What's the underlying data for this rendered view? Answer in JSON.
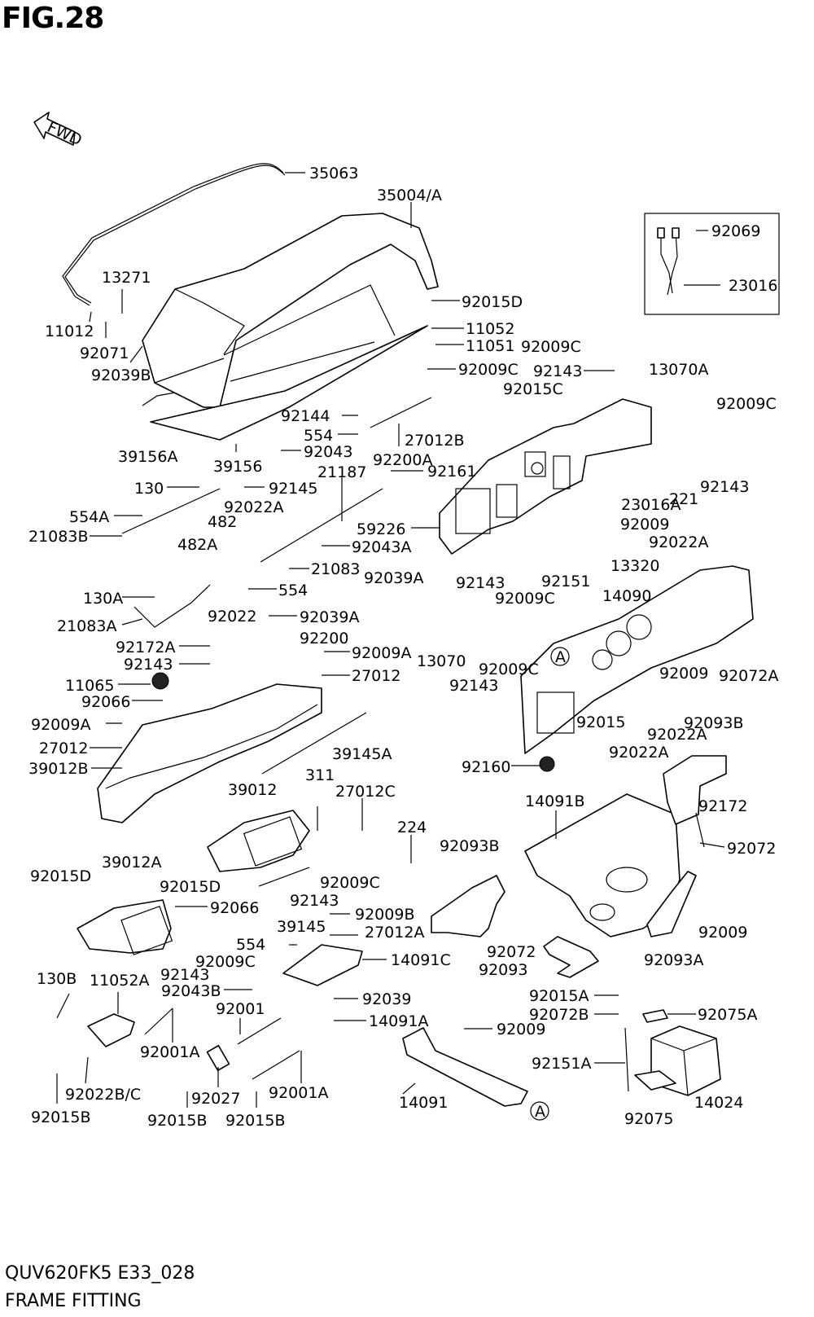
{
  "figure": {
    "title": "FIG.28",
    "code": "QUV620FK5 E33_028",
    "name": "FRAME FITTING",
    "fwd_label": "FWD"
  },
  "callouts": [
    "35063",
    "35004/A",
    "92069",
    "23016",
    "13271",
    "11012",
    "92071",
    "92039B",
    "92015D",
    "11052",
    "11051",
    "92009C",
    "92009C",
    "92143",
    "13070A",
    "92015C",
    "92009C",
    "92144",
    "554",
    "27012B",
    "92043",
    "92200A",
    "39156A",
    "39156",
    "21187",
    "92161",
    "130",
    "92145",
    "92022A",
    "554A",
    "482",
    "21083B",
    "59226",
    "92043A",
    "482A",
    "21083",
    "92039A",
    "554",
    "130A",
    "92022",
    "92039A",
    "21083A",
    "13070",
    "92143",
    "92009C",
    "92143",
    "221",
    "23016A",
    "92009",
    "13320",
    "92022A",
    "92143",
    "92151",
    "92009C",
    "14090",
    "92200",
    "92172A",
    "92009A",
    "92143",
    "27012",
    "11065",
    "92066",
    "92009",
    "92072A",
    "92009A",
    "27012",
    "39145A",
    "39012B",
    "92015",
    "92022A",
    "92093B",
    "92160",
    "92022A",
    "39012",
    "311",
    "27012C",
    "14091B",
    "92172",
    "224",
    "92015D",
    "92093B",
    "39012A",
    "92072",
    "92015D",
    "92009C",
    "92143",
    "92066",
    "39145",
    "92009B",
    "27012A",
    "554",
    "92009C",
    "92143",
    "14091C",
    "92072",
    "92093",
    "92093A",
    "92009",
    "130B",
    "11052A",
    "92043B",
    "92039",
    "92015A",
    "92072B",
    "92075A",
    "92001",
    "14091A",
    "92009",
    "92001A",
    "92151A",
    "92022B/C",
    "92027",
    "92001A",
    "14091",
    "14024",
    "92015B",
    "92015B",
    "92015B",
    "92075",
    "A",
    "A"
  ]
}
